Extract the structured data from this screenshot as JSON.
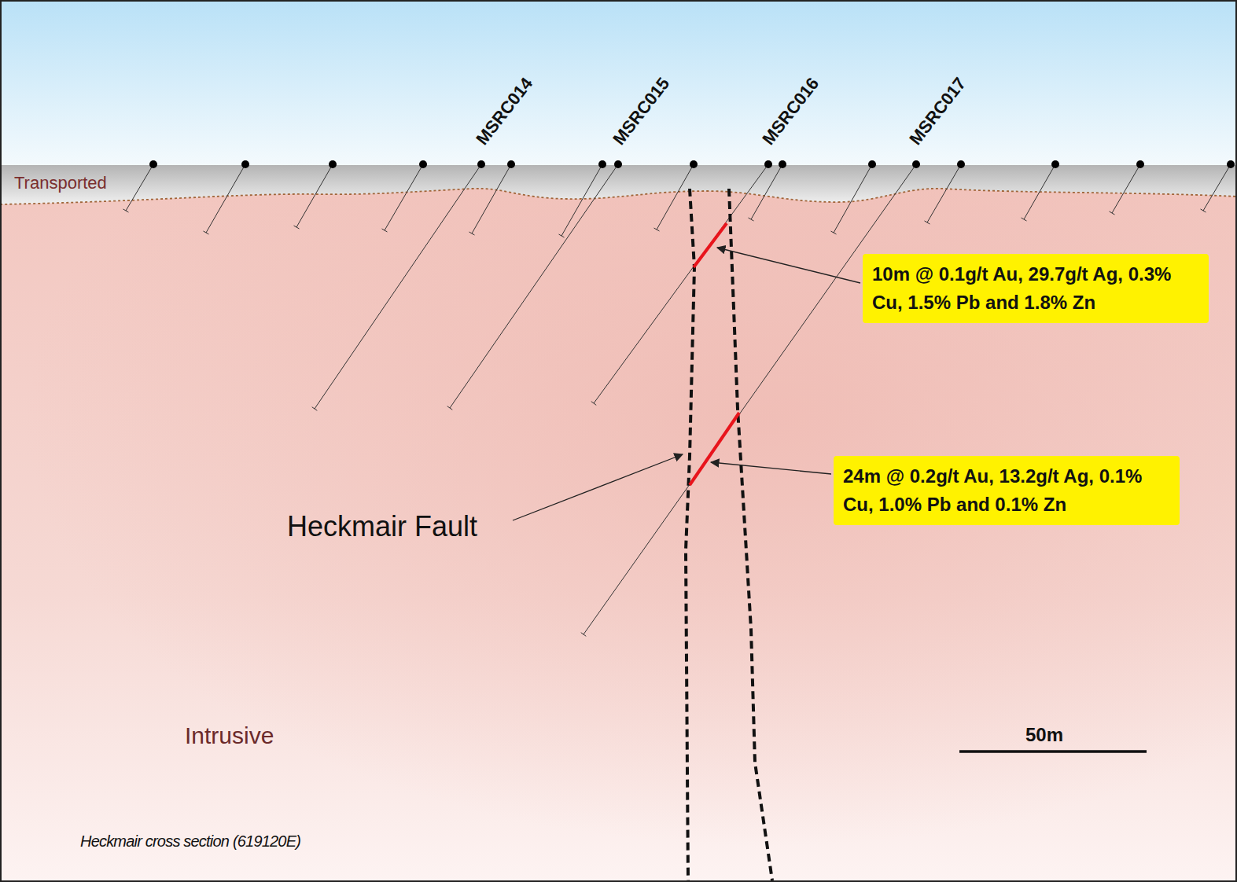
{
  "diagram": {
    "caption": "Heckmair cross section (619120E)",
    "nodes": [
      {
        "text": [
          "10m @ 0.1g/t Au, 29.7g/t Ag, 0.3% Cu, 1.5% Pb and 1.8% Zn"
        ]
      },
      {
        "text": [
          "24m @ 0.2g/t Au, 13.2g/t Ag, 0.1% Cu, 1.0% Pb and 0.1% Zn"
        ]
      }
    ],
    "labels": [
      "Transported",
      "MSRC014",
      "MSRC015",
      "MSRC016",
      "MSRC017",
      "Heckmair Fault",
      "Intrusive",
      "50m"
    ]
  }
}
